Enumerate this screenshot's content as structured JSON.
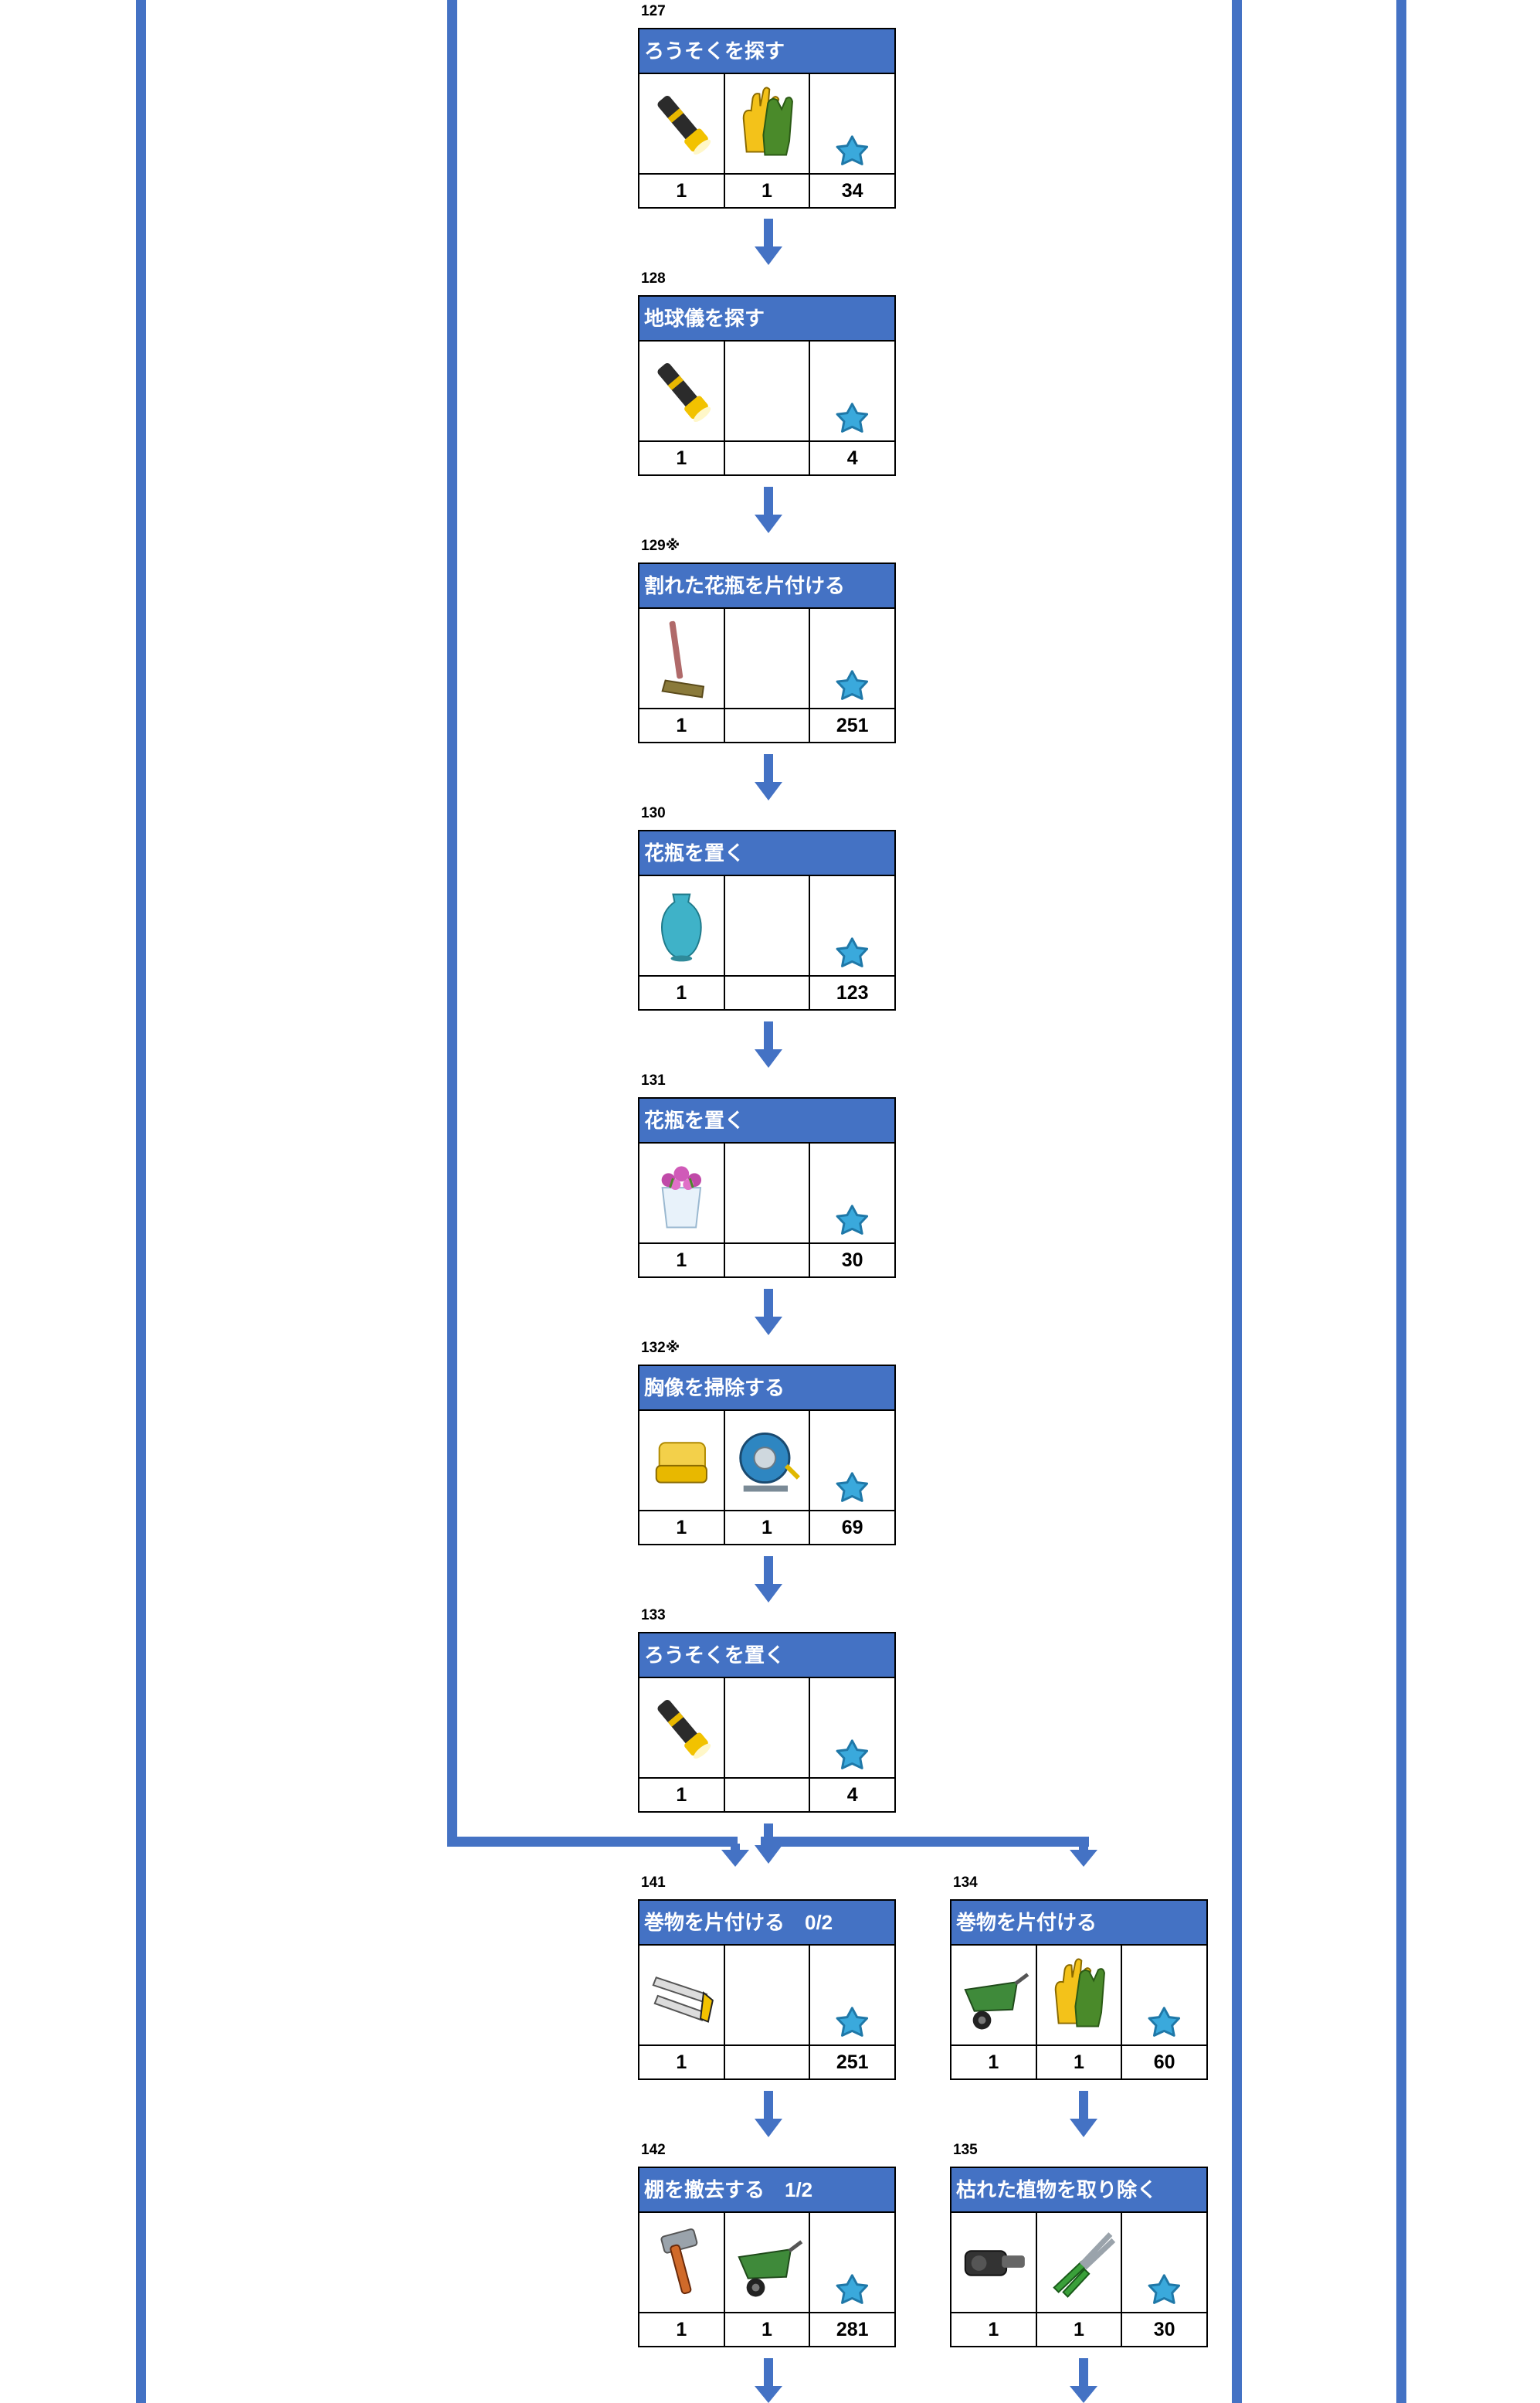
{
  "colors": {
    "line": "#4472c4",
    "accent": "#4472c4",
    "star": "#3aa9dc"
  },
  "steps": [
    {
      "num": "127",
      "title": "ろうそくを探す",
      "icons": [
        "flashlight-icon",
        "gloves-icon",
        "star-icon"
      ],
      "counts": [
        "1",
        "1",
        "34"
      ]
    },
    {
      "num": "128",
      "title": "地球儀を探す",
      "icons": [
        "flashlight-icon",
        "",
        "star-icon"
      ],
      "counts": [
        "1",
        "",
        "4"
      ]
    },
    {
      "num": "129※",
      "title": "割れた花瓶を片付ける",
      "icons": [
        "broom-icon",
        "",
        "star-icon"
      ],
      "counts": [
        "1",
        "",
        "251"
      ]
    },
    {
      "num": "130",
      "title": "花瓶を置く",
      "icons": [
        "vase-icon",
        "",
        "star-icon"
      ],
      "counts": [
        "1",
        "",
        "123"
      ]
    },
    {
      "num": "131",
      "title": "花瓶を置く",
      "icons": [
        "flower-vase-icon",
        "",
        "star-icon"
      ],
      "counts": [
        "1",
        "",
        "30"
      ]
    },
    {
      "num": "132※",
      "title": "胸像を掃除する",
      "icons": [
        "sponge-icon",
        "hose-reel-icon",
        "star-icon"
      ],
      "counts": [
        "1",
        "1",
        "69"
      ]
    },
    {
      "num": "133",
      "title": "ろうそくを置く",
      "icons": [
        "flashlight-icon",
        "",
        "star-icon"
      ],
      "counts": [
        "1",
        "",
        "4"
      ]
    },
    {
      "num": "141",
      "title": "巻物を片付ける　0/2",
      "icons": [
        "hacksaw-icon",
        "",
        "star-icon"
      ],
      "counts": [
        "1",
        "",
        "251"
      ]
    },
    {
      "num": "134",
      "title": "巻物を片付ける",
      "icons": [
        "wheelbarrow-icon",
        "gloves-icon",
        "star-icon"
      ],
      "counts": [
        "1",
        "1",
        "60"
      ]
    },
    {
      "num": "142",
      "title": "棚を撤去する　1/2",
      "icons": [
        "hammer-icon",
        "wheelbarrow-icon",
        "star-icon"
      ],
      "counts": [
        "1",
        "1",
        "281"
      ]
    },
    {
      "num": "135",
      "title": "枯れた植物を取り除く",
      "icons": [
        "chainsaw-icon",
        "hedge-shears-icon",
        "star-icon"
      ],
      "counts": [
        "1",
        "1",
        "30"
      ]
    }
  ]
}
